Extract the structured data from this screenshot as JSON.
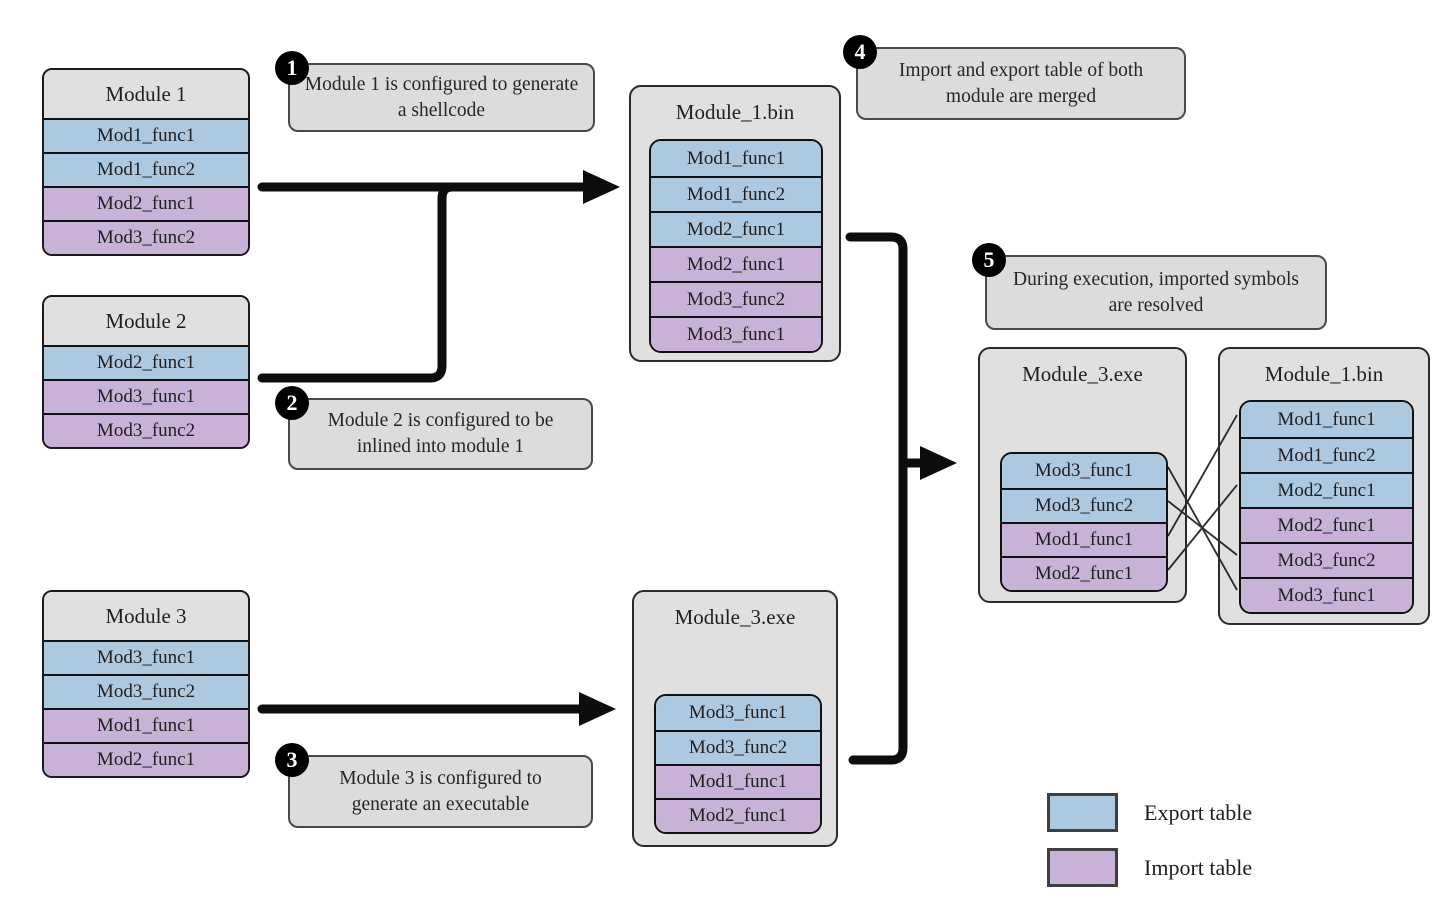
{
  "colors": {
    "export_table": "#adc9e0",
    "import_table": "#c9b2d8",
    "container_fill": "#e0e0e0",
    "callout_fill": "#dcdcdc",
    "badge_fill": "#000000",
    "line": "#111111"
  },
  "boxes": {
    "module1": {
      "title": "Module 1",
      "rows": [
        {
          "label": "Mod1_func1",
          "type": "export"
        },
        {
          "label": "Mod1_func2",
          "type": "export"
        },
        {
          "label": "Mod2_func1",
          "type": "import"
        },
        {
          "label": "Mod3_func2",
          "type": "import"
        }
      ]
    },
    "module2": {
      "title": "Module 2",
      "rows": [
        {
          "label": "Mod2_func1",
          "type": "export"
        },
        {
          "label": "Mod3_func1",
          "type": "import"
        },
        {
          "label": "Mod3_func2",
          "type": "import"
        }
      ]
    },
    "module3": {
      "title": "Module 3",
      "rows": [
        {
          "label": "Mod3_func1",
          "type": "export"
        },
        {
          "label": "Mod3_func2",
          "type": "export"
        },
        {
          "label": "Mod1_func1",
          "type": "import"
        },
        {
          "label": "Mod2_func1",
          "type": "import"
        }
      ]
    },
    "bin_center": {
      "title": "Module_1.bin",
      "rows": [
        {
          "label": "Mod1_func1",
          "type": "export"
        },
        {
          "label": "Mod1_func2",
          "type": "export"
        },
        {
          "label": "Mod2_func1",
          "type": "export"
        },
        {
          "label": "Mod2_func1",
          "type": "import"
        },
        {
          "label": "Mod3_func2",
          "type": "import"
        },
        {
          "label": "Mod3_func1",
          "type": "import"
        }
      ]
    },
    "exe_center": {
      "title": "Module_3.exe",
      "rows": [
        {
          "label": "Mod3_func1",
          "type": "export"
        },
        {
          "label": "Mod3_func2",
          "type": "export"
        },
        {
          "label": "Mod1_func1",
          "type": "import"
        },
        {
          "label": "Mod2_func1",
          "type": "import"
        }
      ]
    },
    "exe_right": {
      "title": "Module_3.exe",
      "rows": [
        {
          "label": "Mod3_func1",
          "type": "export"
        },
        {
          "label": "Mod3_func2",
          "type": "export"
        },
        {
          "label": "Mod1_func1",
          "type": "import"
        },
        {
          "label": "Mod2_func1",
          "type": "import"
        }
      ]
    },
    "bin_right": {
      "title": "Module_1.bin",
      "rows": [
        {
          "label": "Mod1_func1",
          "type": "export"
        },
        {
          "label": "Mod1_func2",
          "type": "export"
        },
        {
          "label": "Mod2_func1",
          "type": "export"
        },
        {
          "label": "Mod2_func1",
          "type": "import"
        },
        {
          "label": "Mod3_func2",
          "type": "import"
        },
        {
          "label": "Mod3_func1",
          "type": "import"
        }
      ]
    }
  },
  "callouts": [
    {
      "num": "1",
      "text": "Module 1 is configured to generate a shellcode"
    },
    {
      "num": "2",
      "text": "Module 2 is configured to be inlined into module 1"
    },
    {
      "num": "3",
      "text": "Module 3 is configured to generate an executable"
    },
    {
      "num": "4",
      "text": "Import and export table of both module are merged"
    },
    {
      "num": "5",
      "text": "During execution, imported symbols are resolved"
    }
  ],
  "legend": {
    "export_label": "Export table",
    "import_label": "Import table"
  }
}
